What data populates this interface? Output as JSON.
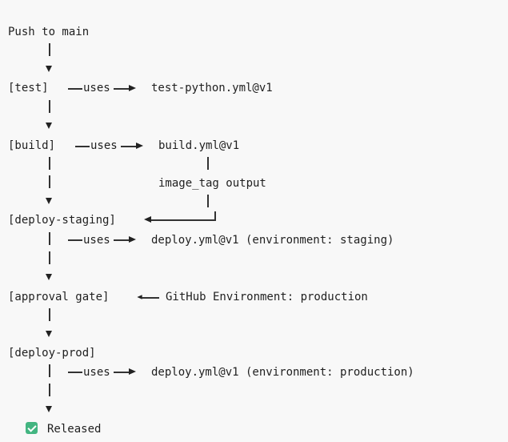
{
  "flow": {
    "trigger": "Push to main",
    "test": {
      "label": "[test]",
      "uses": "uses",
      "target": "test-python.yml@v1"
    },
    "build": {
      "label": "[build]",
      "uses": "uses",
      "target": "build.yml@v1",
      "output": "image_tag output"
    },
    "deploy_staging": {
      "label": "[deploy-staging]",
      "uses": "uses",
      "target": "deploy.yml@v1 (environment: staging)"
    },
    "approval": {
      "label": "[approval gate]",
      "source": "GitHub Environment: production"
    },
    "deploy_prod": {
      "label": "[deploy-prod]",
      "uses": "uses",
      "target": "deploy.yml@v1 (environment: production)"
    },
    "result": {
      "label": "Released",
      "icon": "check-mark-icon"
    }
  },
  "colors": {
    "check": "#43b581",
    "background": "#f8f8f8"
  }
}
